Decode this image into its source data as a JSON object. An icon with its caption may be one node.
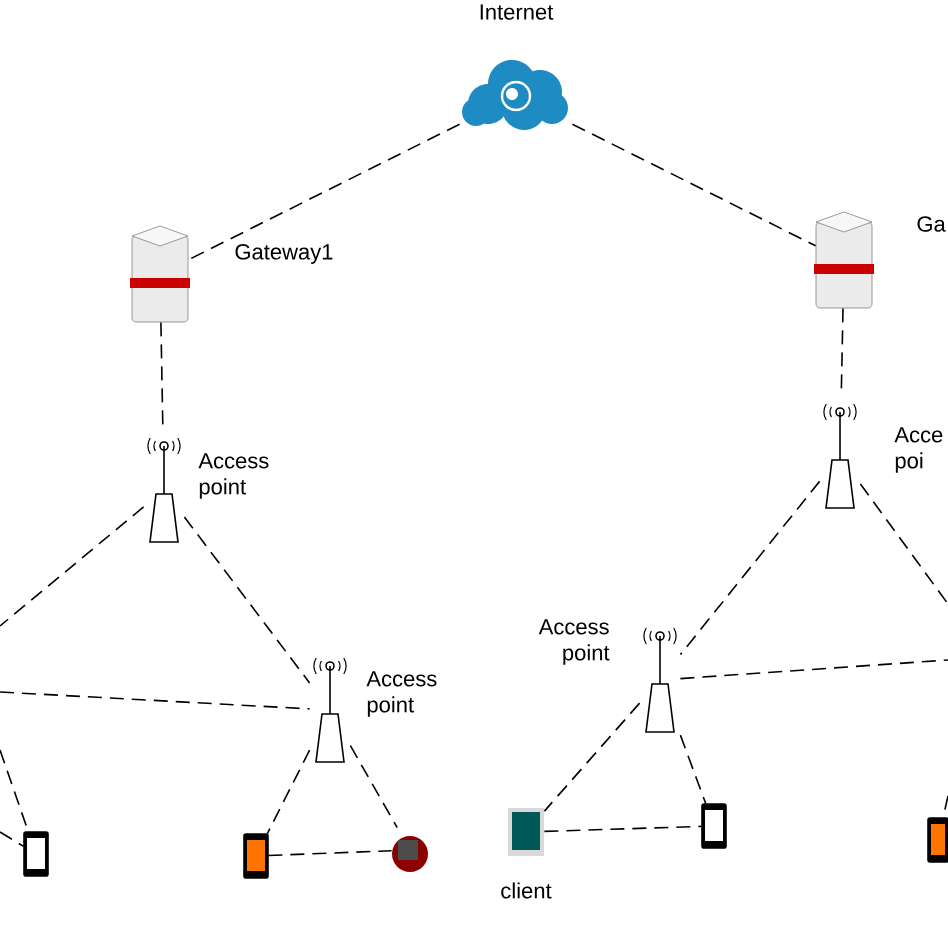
{
  "diagram": {
    "nodes": [
      {
        "text": [
          "Internet"
        ]
      },
      {
        "text": [
          "Gateway1"
        ]
      },
      {
        "text": [
          "Ga"
        ]
      },
      {
        "text": [
          "Access point"
        ]
      },
      {
        "text": [
          "Acce poi"
        ]
      },
      {
        "text": [
          "Access point"
        ]
      },
      {
        "text": [
          "Access point"
        ]
      },
      {
        "text": [],
        "shape": "picture"
      },
      {
        "text": [],
        "shape": "picture"
      },
      {
        "text": [],
        "shape": "picture"
      },
      {
        "text": [
          "client"
        ]
      },
      {
        "text": [],
        "shape": "picture"
      },
      {
        "text": [],
        "shape": "picture"
      }
    ],
    "edges": [
      {
        "from": 0,
        "to": 1,
        "arrow": "none",
        "style": "dashed"
      },
      {
        "from": 0,
        "to": 2,
        "arrow": "none",
        "style": "dashed"
      },
      {
        "from": 1,
        "to": 3,
        "arrow": "none",
        "style": "dashed"
      },
      {
        "from": 2,
        "to": 4,
        "arrow": "none",
        "style": "dashed"
      },
      {
        "from": 3,
        "to": 5,
        "arrow": "none",
        "style": "dashed"
      },
      {
        "from": 3,
        "to": null,
        "arrow": "none",
        "style": "dashed"
      },
      {
        "from": null,
        "to": 5,
        "arrow": "none",
        "style": "dashed"
      },
      {
        "from": null,
        "to": 7,
        "arrow": "none",
        "style": "dashed"
      },
      {
        "from": null,
        "to": 7,
        "arrow": "none",
        "style": "dashed"
      },
      {
        "from": 5,
        "to": 8,
        "arrow": "none",
        "style": "dashed"
      },
      {
        "from": 5,
        "to": 9,
        "arrow": "none",
        "style": "dashed"
      },
      {
        "from": 8,
        "to": 9,
        "arrow": "none",
        "style": "dashed"
      },
      {
        "from": 4,
        "to": 6,
        "arrow": "none",
        "style": "dashed"
      },
      {
        "from": 4,
        "to": null,
        "arrow": "none",
        "style": "dashed"
      },
      {
        "from": 6,
        "to": null,
        "arrow": "none",
        "style": "dashed"
      },
      {
        "from": 6,
        "to": 10,
        "arrow": "none",
        "style": "dashed"
      },
      {
        "from": 6,
        "to": 11,
        "arrow": "none",
        "style": "dashed"
      },
      {
        "from": 10,
        "to": 11,
        "arrow": "none",
        "style": "dashed"
      },
      {
        "from": null,
        "to": 12,
        "arrow": "none",
        "style": "dashed"
      }
    ]
  }
}
